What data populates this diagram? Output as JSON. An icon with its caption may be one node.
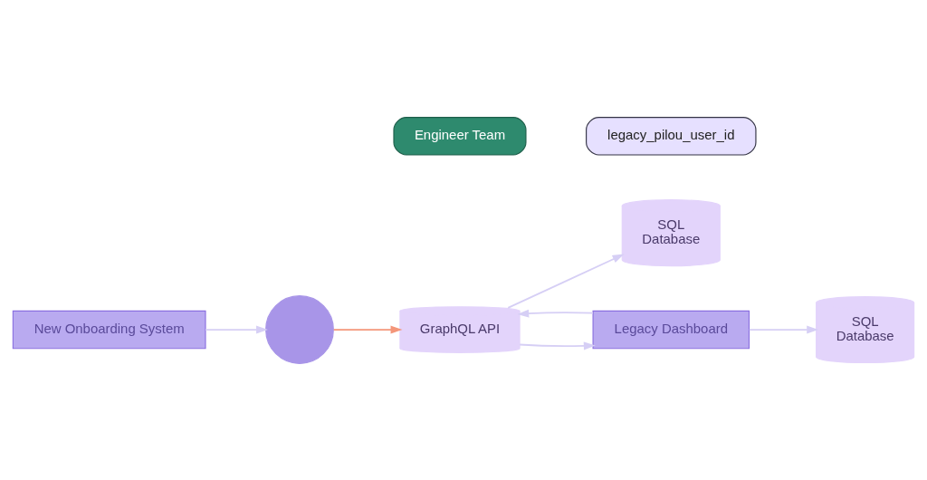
{
  "diagram": {
    "nodes": [
      {
        "text": [
          "New Onboarding System"
        ]
      },
      {
        "text": [],
        "shape": "person"
      },
      {
        "text": [
          "GraphQL API"
        ]
      },
      {
        "text": [
          "Engineer Team"
        ]
      },
      {
        "text": [
          "SQL",
          "Database"
        ]
      },
      {
        "text": [
          "Legacy Dashboard"
        ]
      },
      {
        "text": [
          "SQL",
          "Database"
        ]
      },
      {
        "text": [
          "legacy_pilou_user_id"
        ]
      }
    ],
    "edges": [
      {
        "from": 0,
        "to": 1,
        "arrow": "to"
      },
      {
        "from": 1,
        "to": 2,
        "arrow": "to",
        "color": "#f4967a"
      },
      {
        "from": 2,
        "to": 4,
        "arrow": "to"
      },
      {
        "from": 2,
        "to": 5,
        "arrow": "to"
      },
      {
        "from": 5,
        "to": 2,
        "arrow": "to"
      },
      {
        "from": 5,
        "to": 6,
        "arrow": "to"
      }
    ]
  }
}
